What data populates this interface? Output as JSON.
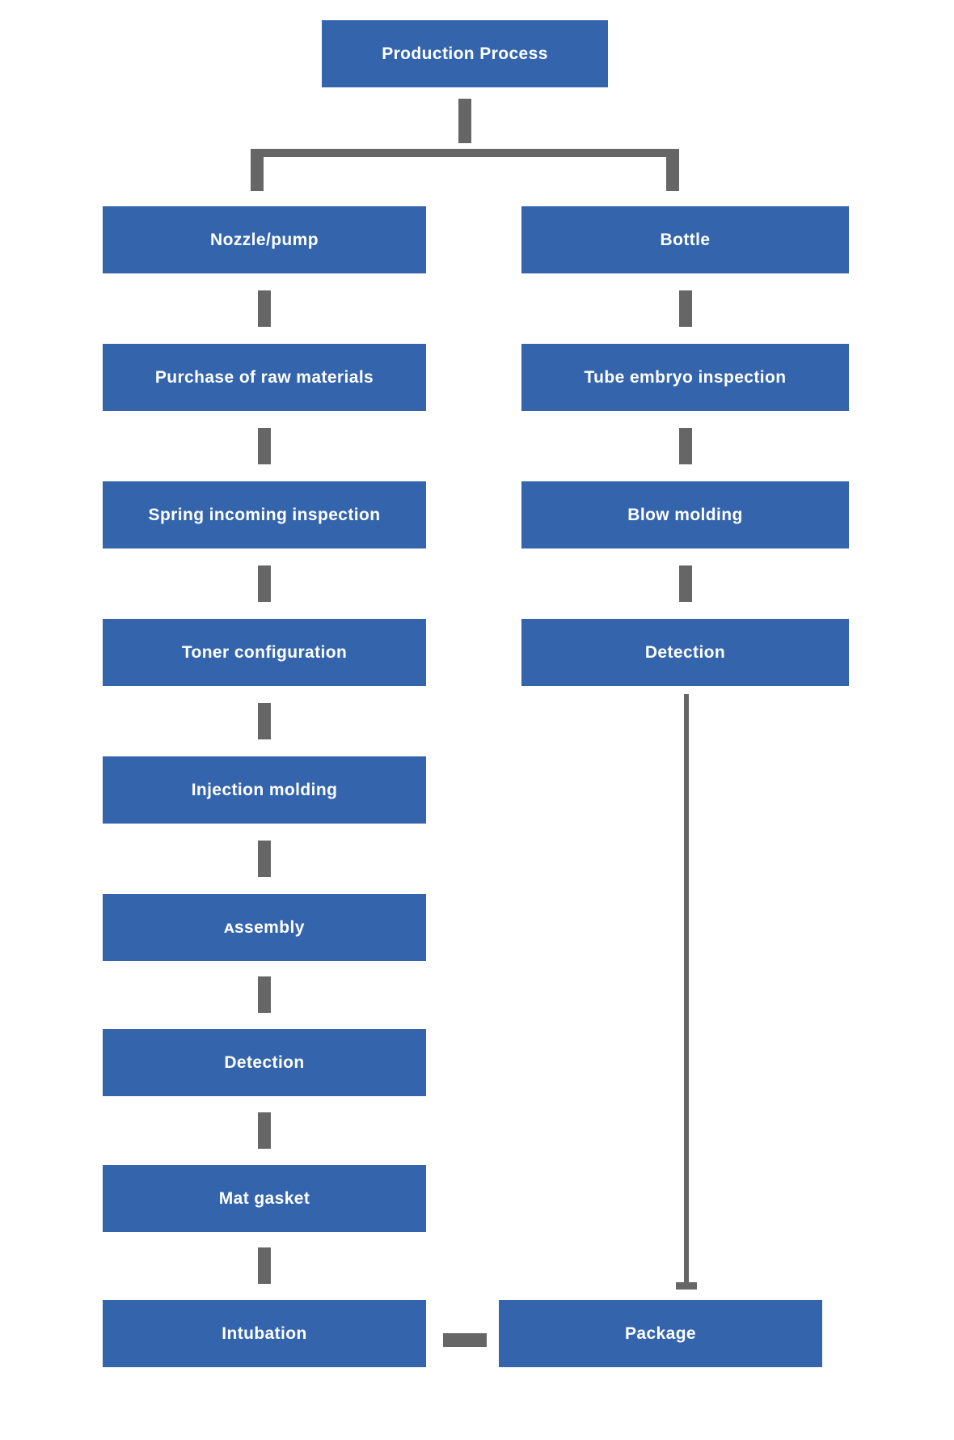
{
  "flowchart": {
    "title": "Production Process",
    "colors": {
      "node_fill": "#3465ac",
      "node_text": "#ffffff",
      "connector": "#666666",
      "background": "#ffffff"
    },
    "root": {
      "label": "Production Process"
    },
    "left_branch": {
      "name": "nozzle-pump-branch",
      "steps": [
        {
          "label": "Nozzle/pump"
        },
        {
          "label": "Purchase of raw materials"
        },
        {
          "label": "Spring incoming inspection"
        },
        {
          "label": "Toner configuration"
        },
        {
          "label": "Injection molding"
        },
        {
          "label": "ᴀssembly"
        },
        {
          "label": "Detection"
        },
        {
          "label": "Mat gasket"
        },
        {
          "label": "Intubation"
        }
      ]
    },
    "right_branch": {
      "name": "bottle-branch",
      "steps": [
        {
          "label": "Bottle"
        },
        {
          "label": "Tube embryo inspection"
        },
        {
          "label": "Blow molding"
        },
        {
          "label": "Detection"
        }
      ]
    },
    "sink": {
      "label": "Package"
    }
  }
}
